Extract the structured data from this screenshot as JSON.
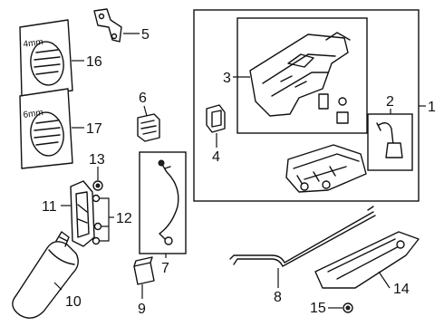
{
  "callouts": {
    "c1": "1",
    "c2": "2",
    "c3": "3",
    "c4": "4",
    "c5": "5",
    "c6": "6",
    "c7": "7",
    "c8": "8",
    "c9": "9",
    "c10": "10",
    "c11": "11",
    "c12": "12",
    "c13": "13",
    "c14": "14",
    "c15": "15",
    "c16": "16",
    "c17": "17"
  },
  "labels": {
    "label16_text": "4mm",
    "label17_text": "6mm"
  }
}
